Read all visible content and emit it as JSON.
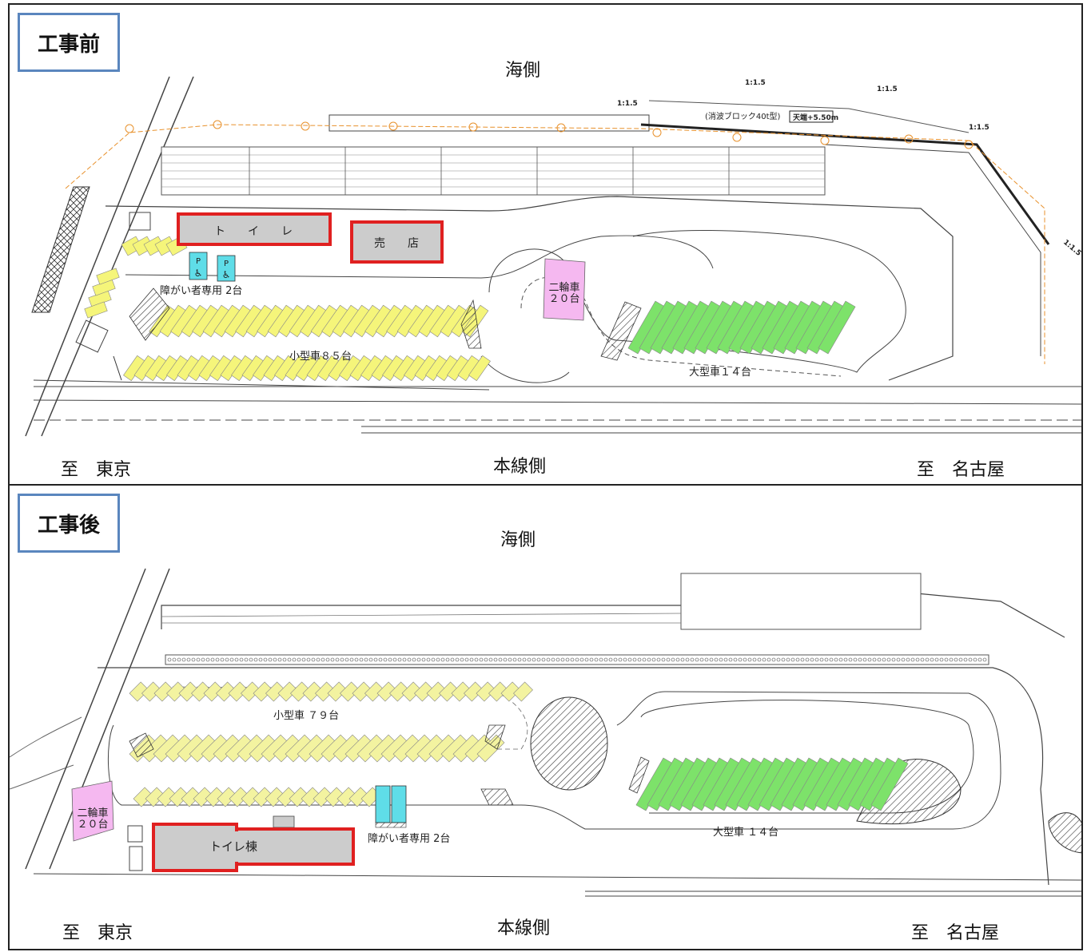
{
  "before": {
    "tag": "工事前",
    "sea_side": "海側",
    "main_line_side": "本線側",
    "to_tokyo": "至　東京",
    "to_nagoya": "至　名古屋",
    "toilet": "ト　　イ　　レ",
    "shop": "売　　店",
    "accessible": "障がい者専用 2台",
    "small_cars": "小型車８５台",
    "motorcycles_l1": "二輪車",
    "motorcycles_l2": "２０台",
    "large_cars": "大型車１４台",
    "block_note": "(消波ブロック40t型)",
    "crest": "天端+5.50m",
    "slope": "1:1.5",
    "parking_sign": "P"
  },
  "after": {
    "tag": "工事後",
    "sea_side": "海側",
    "main_line_side": "本線側",
    "to_tokyo": "至　東京",
    "to_nagoya": "至　名古屋",
    "toilet_bldg": "トイレ棟",
    "accessible": "障がい者専用 2台",
    "small_cars": "小型車 ７９台",
    "motorcycles_l1": "二輪車",
    "motorcycles_l2": "２０台",
    "large_cars": "大型車 １４台"
  },
  "colors": {
    "small_car_fill": "#f5f57a",
    "small_car_fill_after": "#f3f3a0",
    "large_car_fill": "#7de26a",
    "motorcycle_fill": "#f5b8f0",
    "accessible_fill": "#5fdde8",
    "building_fill": "#cccccc",
    "highlight": "#e02020",
    "tag_border": "#5a86be"
  }
}
